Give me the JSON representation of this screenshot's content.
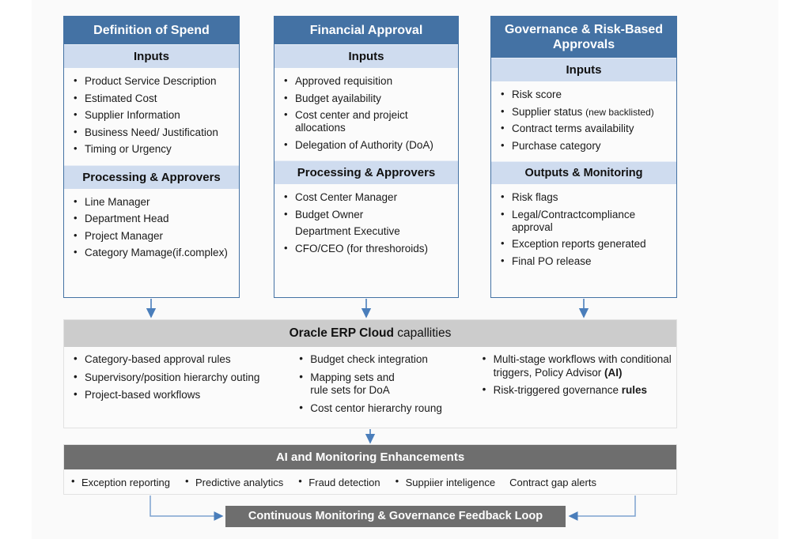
{
  "colors": {
    "header_blue": "#4472A4",
    "subheader_blue": "#CFDCEF",
    "band_gray": "#CCCCCC",
    "bar_gray": "#6E6E6E",
    "connector_blue": "#4A7EBB"
  },
  "columns": [
    {
      "title": "Definition of Spend",
      "sections": [
        {
          "heading": "Inputs",
          "items": [
            "Product Service Description",
            "Estimated Cost",
            "Supplier Information",
            "Business Need/ Justification",
            "Timing or Urgency"
          ]
        },
        {
          "heading": "Processing & Approvers",
          "items": [
            "Line Manager",
            "Department Head",
            "Project Manager",
            "Category Mamage(if.complex)"
          ]
        }
      ]
    },
    {
      "title": "Financial Approval",
      "sections": [
        {
          "heading": "Inputs",
          "items": [
            "Approved requisition",
            "Budget ayailability",
            "Cost center and projeict allocations",
            "Delegation of Authority  (DoA)"
          ]
        },
        {
          "heading": "Processing & Approvers",
          "items": [
            "Cost Center Manager",
            "Budget Owner",
            "Department Executive",
            "CFO/CEO (for threshoroids)"
          ]
        }
      ]
    },
    {
      "title": "Governance & Risk-Based Approvals",
      "sections": [
        {
          "heading": "Inputs",
          "items": [
            "Risk score",
            "Supplier status",
            "Contract terms availability",
            "Purchase category"
          ],
          "item_notes": {
            "supplier_status_note": "(new  backlisted)"
          }
        },
        {
          "heading": "Outputs & Monitoring",
          "items": [
            "Risk flags",
            "Legal/Contractcompliance approval",
            "Exception reports generated",
            "Final PO release"
          ]
        }
      ]
    }
  ],
  "erp": {
    "title_bold": "Oracle ERP Cloud",
    "title_rest": " capallities",
    "col1": [
      "Category-based approval rules",
      "Supervisory/position hierarchy outing",
      "Project-based workflows"
    ],
    "col2_line1": "Budget check integration",
    "col2_line2a": "Mapping sets and",
    "col2_line2b": "rule sets for DoA",
    "col2_line3": "Cost centor hierarchy roung",
    "col3_line1a": "Multi-stage workflows with conditional",
    "col3_line1b": "triggers, Policy Advisor ",
    "col3_line1b_bold": "(AI)",
    "col3_line2a": "Risk-triggered governance ",
    "col3_line2a_bold": "rules"
  },
  "ai": {
    "title": "AI and Monitoring Enhancements",
    "items": [
      "Exception reporting",
      "Predictive analytics",
      "Fraud detection",
      "Suppiier inteligence",
      "Contract gap alerts"
    ]
  },
  "loop": {
    "label": "Continuous Monitoring & Governance Feedback Loop"
  }
}
